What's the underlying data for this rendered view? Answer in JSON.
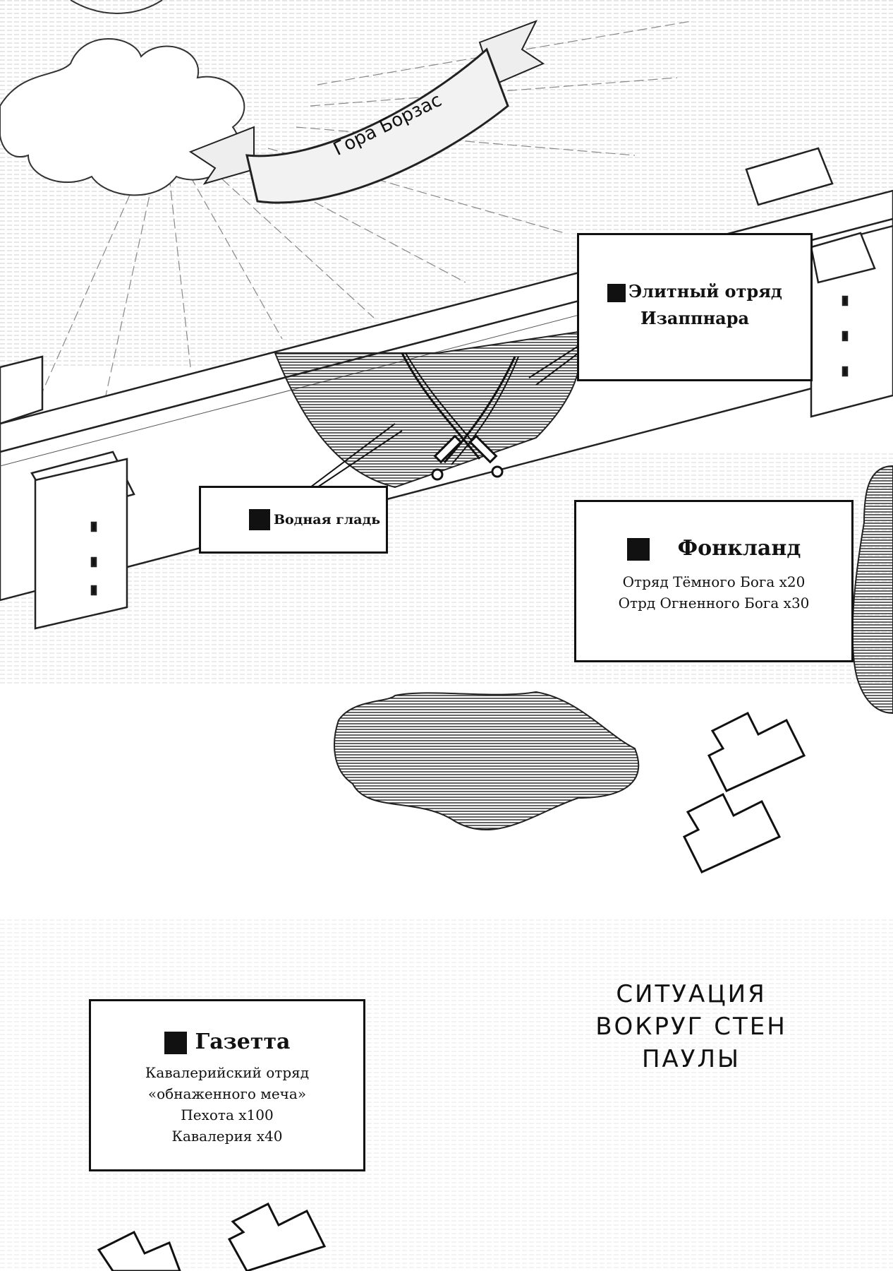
{
  "mountain_label": "Гора Борзас",
  "labels": {
    "elite": {
      "line1": "Элитный отряд",
      "line2": "Изаппнара"
    },
    "water": {
      "text": "Водная гладь"
    },
    "fonkland": {
      "title": "Фонкланд",
      "units": [
        "Отряд Тёмного Бога x20",
        "Отрд Огненного Бога x30"
      ]
    },
    "gazetta": {
      "title": "Газетта",
      "units": [
        "Кавалерийский отряд",
        "«обнаженного меча»",
        "Пехота x100",
        "Кавалерия x40"
      ]
    }
  },
  "situation_title": [
    "СИТУАЦИЯ",
    "ВОКРУГ СТЕН",
    "ПАУЛЫ"
  ],
  "icons": [
    "crossed-swords-icon",
    "fortress-tower-icon",
    "army-unit-marker-icon"
  ]
}
